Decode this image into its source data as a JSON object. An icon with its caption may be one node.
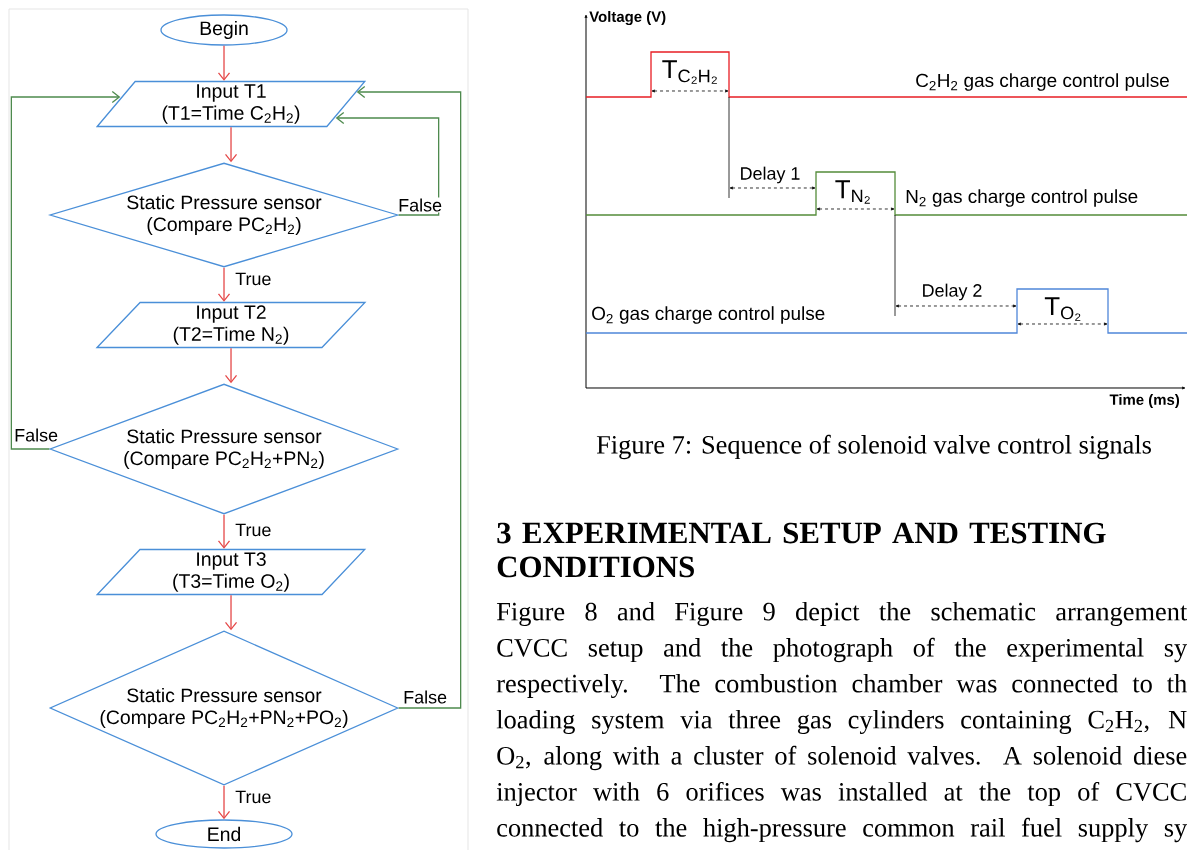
{
  "diagram": {
    "nodes": [
      {
        "text": [
          "Begin"
        ]
      },
      {
        "text": [
          "Input T1",
          "(T1=Time C$_{2}$H$_{2}$)"
        ]
      },
      {
        "text": [
          "Static Pressure sensor",
          "(Compare PC$_{2}$H$_{2}$)"
        ]
      },
      {
        "text": [
          "Input T2",
          "(T2=Time N$_{2}$)"
        ]
      },
      {
        "text": [
          "Static Pressure sensor",
          "(Compare PC$_{2}$H$_{2}$+PN$_{2}$)"
        ]
      },
      {
        "text": [
          "Input T3",
          "(T3=Time O$_{2}$)"
        ]
      },
      {
        "text": [
          "Static Pressure sensor",
          "(Compare PC$_{2}$H$_{2}$+PN$_{2}$+PO$_{2}$)"
        ]
      },
      {
        "text": [
          "End"
        ]
      }
    ],
    "edges": [
      {
        "from": 0,
        "to": 1,
        "arrow": "to"
      },
      {
        "from": 1,
        "to": 2,
        "arrow": "to"
      },
      {
        "from": 2,
        "to": 3,
        "arrow": "to",
        "label": "True"
      },
      {
        "from": 3,
        "to": 4,
        "arrow": "to"
      },
      {
        "from": 4,
        "to": 5,
        "arrow": "to",
        "label": "True"
      },
      {
        "from": 5,
        "to": 6,
        "arrow": "to"
      },
      {
        "from": 6,
        "to": 7,
        "arrow": "to",
        "label": "True"
      },
      {
        "from": 2,
        "to": 1,
        "arrow": "to",
        "label": "False",
        "color": "#4e8a4e"
      },
      {
        "from": 4,
        "to": 1,
        "arrow": "to",
        "label": "False",
        "color": "#4e8a4e"
      },
      {
        "from": 6,
        "to": 1,
        "arrow": "to",
        "label": "False",
        "color": "#4e8a4e"
      }
    ],
    "labels": [
      "Voltage (V)",
      "T$_{C₂H₂}$",
      "C$_{2}$H$_{2}$ gas charge control pulse",
      "Delay 1",
      "T$_{N₂}$",
      "N$_{2}$ gas charge control pulse",
      "Delay 2",
      "O$_{2}$ gas charge control pulse",
      "T$_{O₂}$",
      "Time (ms)",
      "Figure 7: Sequence of solenoid valve control signals",
      "3 EXPERIMENTAL SETUP AND TESTING CONDITIONS",
      "Figure 8 and Figure 9 depict the schematic arrangement",
      "CVCC setup and the photograph of the experimental sy",
      "respectively. The combustion chamber was connected to th",
      "loading system via three gas cylinders containing C$_{2}$H$_{2}$, N",
      "O$_{2}$, along with a cluster of solenoid valves. A solenoid diese",
      "injector with 6 orifices was installed at the top of CVCC",
      "connected to the high-pressure common rail fuel supply sy"
    ]
  }
}
